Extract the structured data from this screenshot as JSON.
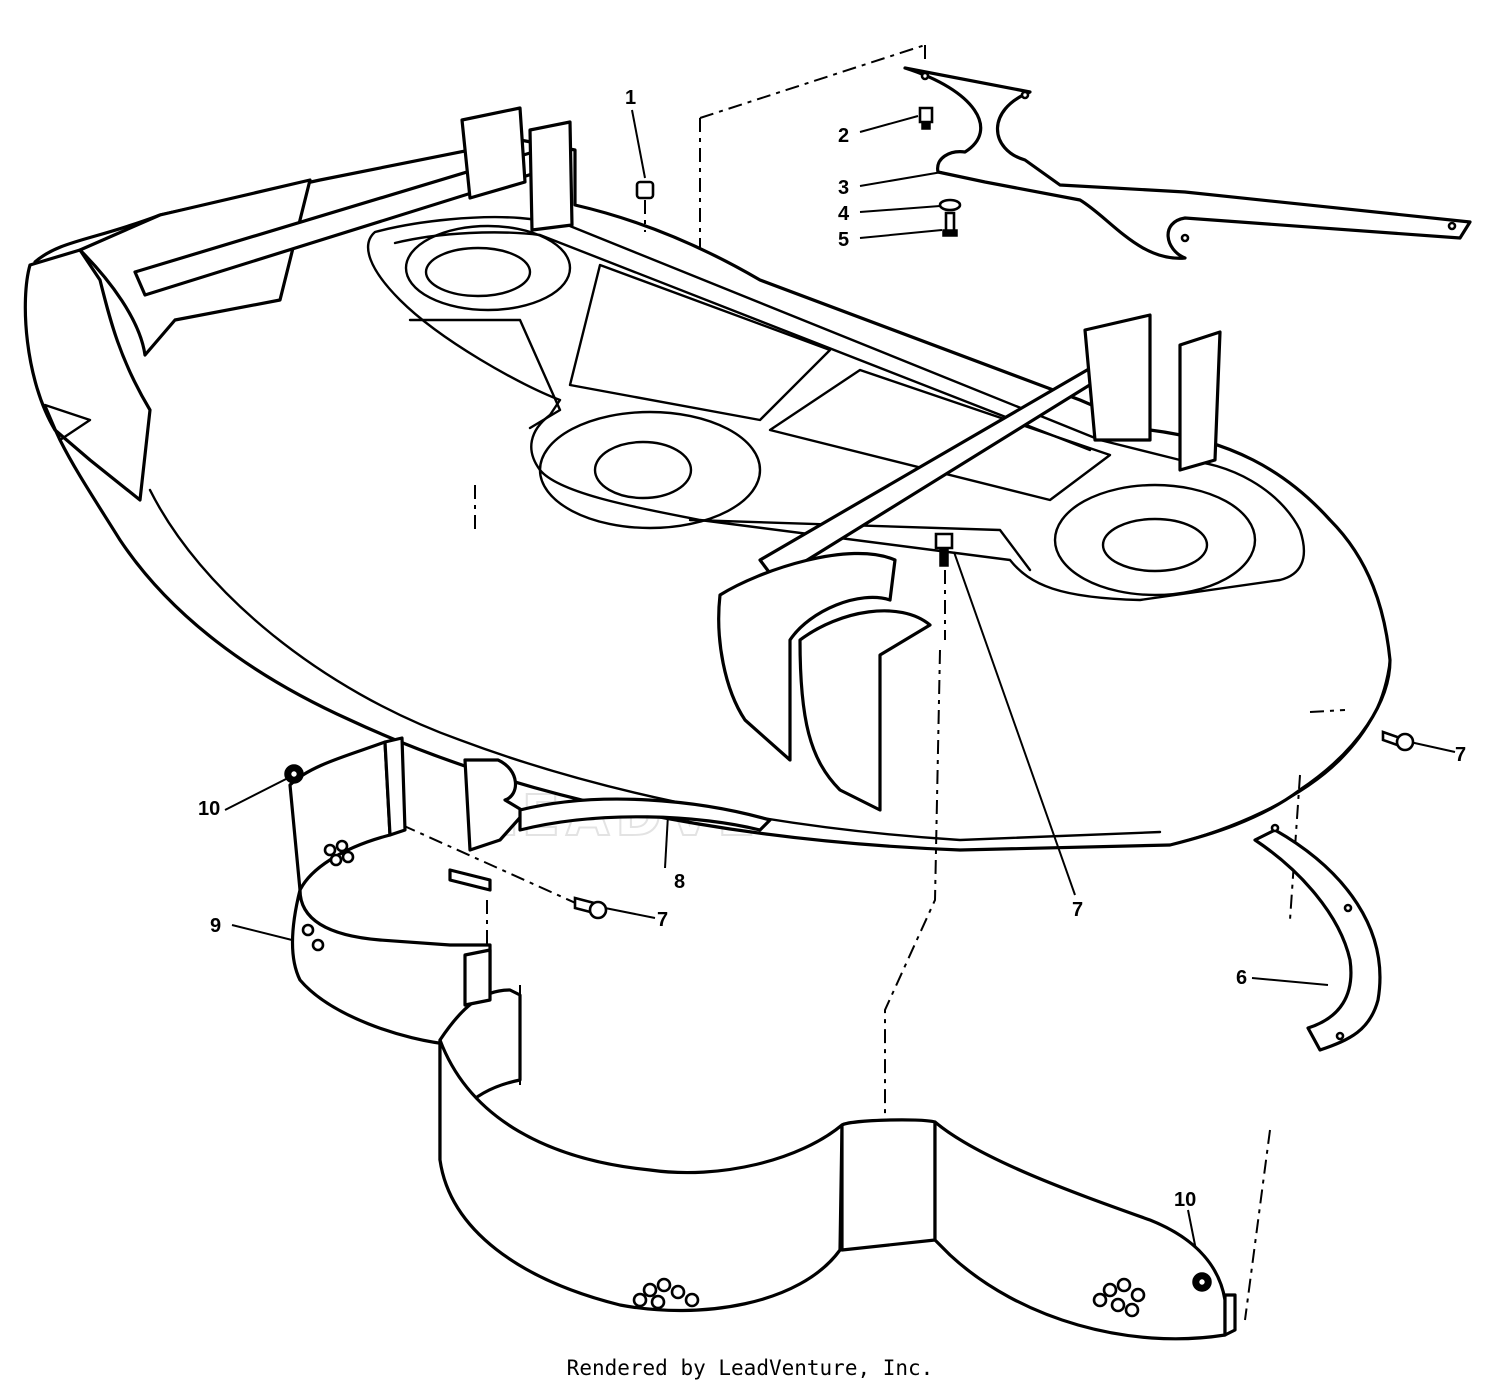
{
  "watermark": {
    "text": "LEADVENTURE"
  },
  "footer": {
    "credit": "Rendered by LeadVenture, Inc."
  },
  "callouts": [
    {
      "id": "c1",
      "label": "1"
    },
    {
      "id": "c2",
      "label": "2"
    },
    {
      "id": "c3",
      "label": "3"
    },
    {
      "id": "c4",
      "label": "4"
    },
    {
      "id": "c5",
      "label": "5"
    },
    {
      "id": "c6",
      "label": "6"
    },
    {
      "id": "c7a",
      "label": "7"
    },
    {
      "id": "c7b",
      "label": "7"
    },
    {
      "id": "c7c",
      "label": "7"
    },
    {
      "id": "c8",
      "label": "8"
    },
    {
      "id": "c9",
      "label": "9"
    },
    {
      "id": "c10a",
      "label": "10"
    },
    {
      "id": "c10b",
      "label": "10"
    }
  ],
  "colors": {
    "line": "#000000",
    "background": "#ffffff",
    "watermark": "#e3e3e3"
  }
}
